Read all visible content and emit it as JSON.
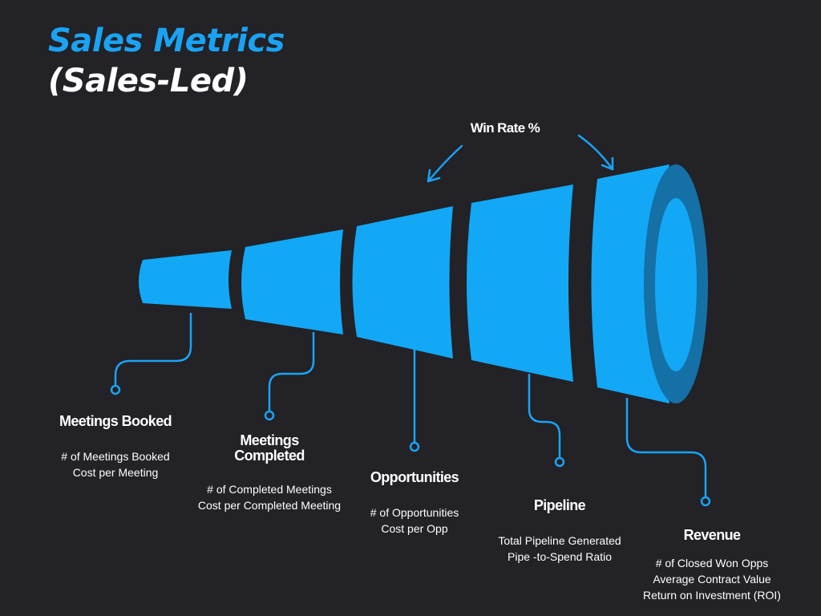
{
  "title": {
    "line1": "Sales Metrics",
    "line2": "(Sales-Led)"
  },
  "win_rate_label": "Win Rate %",
  "colors": {
    "accent": "#1aa3f4",
    "funnel": "#12a8f6",
    "funnel_rim": "#1570a6",
    "background": "#222227"
  },
  "stages": [
    {
      "name": "Meetings Booked",
      "metrics": [
        "# of Meetings Booked",
        "Cost per Meeting"
      ]
    },
    {
      "name": "Meetings Completed",
      "metrics": [
        "# of Completed Meetings",
        "Cost per Completed Meeting"
      ]
    },
    {
      "name": "Opportunities",
      "metrics": [
        "# of Opportunities",
        "Cost per Opp"
      ]
    },
    {
      "name": "Pipeline",
      "metrics": [
        "Total Pipeline Generated",
        "Pipe -to-Spend Ratio"
      ]
    },
    {
      "name": "Revenue",
      "metrics": [
        "# of Closed Won Opps",
        "Average Contract Value",
        "Return on Investment (ROI)"
      ]
    }
  ]
}
